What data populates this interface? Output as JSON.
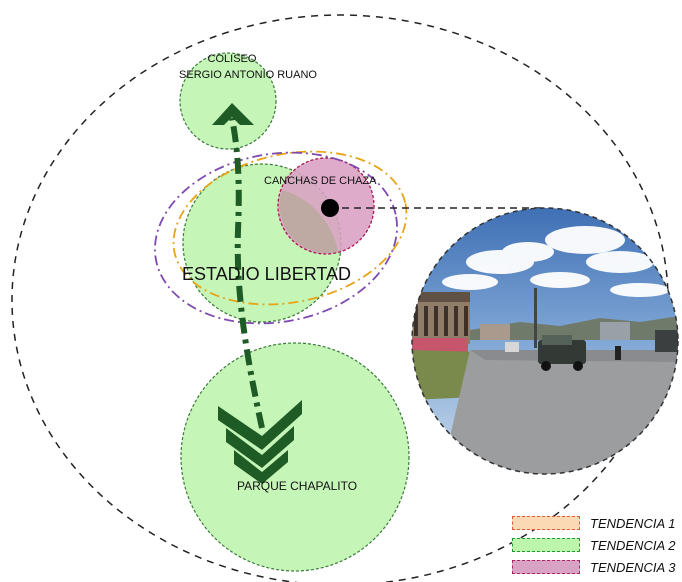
{
  "labels": {
    "coliseo_line1": "COLISEO",
    "coliseo_line2": "SERGIO ANTONIO RUANO",
    "canchas": "CANCHAS DE CHAZA",
    "estadio": "ESTADIO LIBERTAD",
    "parque": "PARQUE CHAPALITO"
  },
  "legend": [
    {
      "label": "TENDENCIA 1",
      "fill": "#fbd9b4",
      "border": "#e25a3a"
    },
    {
      "label": "TENDENCIA 2",
      "fill": "#bdf5ad",
      "border": "#1e9a3a"
    },
    {
      "label": "TENDENCIA 3",
      "fill": "#d9a3c6",
      "border": "#b0245e"
    }
  ],
  "colors": {
    "green_area": "#c6f5b8",
    "green_border": "#3a7a3a",
    "arrow": "#1f5c25",
    "pink_area": "#d9a0c3",
    "pink_border": "#a8174e",
    "orange_ellipse": "#e8a417",
    "purple_ellipse": "#7f4ab0",
    "outer_circle": "#222222"
  },
  "photo": {
    "description_icon": "street-photo"
  }
}
